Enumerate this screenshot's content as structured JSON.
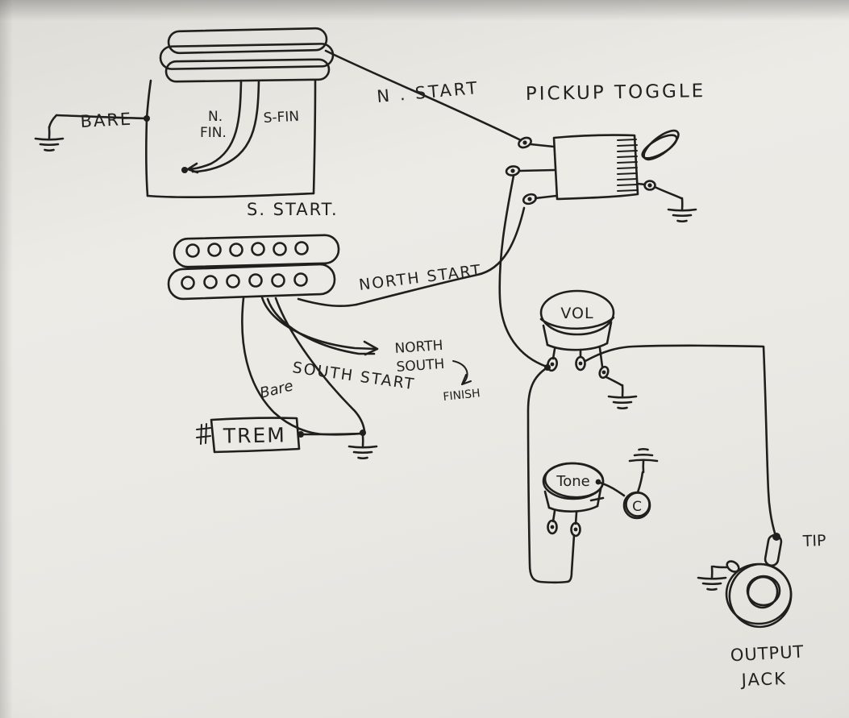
{
  "page": {
    "title": "Hand-drawn guitar wiring diagram",
    "paper_color": "#ebe9e4",
    "ink_color": "#201f1d"
  },
  "labels": {
    "bare_top": "BARE",
    "n_fin_line1": "N.",
    "n_fin_line2": "FIN.",
    "s_fin": "S-FIN",
    "s_start": "S. START.",
    "n_start": "N . START",
    "pickup_toggle": "PICKUP TOGGLE",
    "north_start": "NORTH START",
    "north": "NORTH",
    "south": "SOUTH",
    "finish": "FINISH",
    "south_start": "SOUTH START",
    "bare_lower": "Bare",
    "trem": "TREM",
    "vol": "VOL",
    "tone": "Tone",
    "capacitor": "C",
    "tip": "TIP",
    "output_line1": "OUTPUT",
    "output_line2": "JACK"
  }
}
